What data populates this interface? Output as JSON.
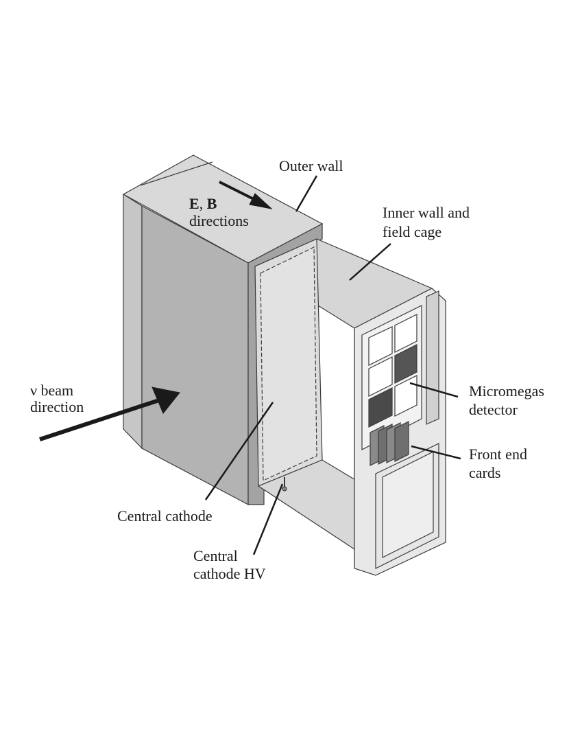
{
  "labels": {
    "outer_wall": "Outer wall",
    "eb_bold_e": "E",
    "eb_sep": ", ",
    "eb_bold_b": "B",
    "eb_directions": "directions",
    "inner_wall_1": "Inner wall and",
    "inner_wall_2": "field cage",
    "beam_1": "ν beam",
    "beam_2": "direction",
    "micromegas_1": "Micromegas",
    "micromegas_2": "detector",
    "frontend_1": "Front end",
    "frontend_2": "cards",
    "central_cathode": "Central cathode",
    "cathode_hv_1": "Central",
    "cathode_hv_2": "cathode HV"
  },
  "colors": {
    "outline": "#3a3a3a",
    "outer_front": "#b3b3b3",
    "outer_top": "#d9d9d9",
    "outer_side": "#a3a3a3",
    "inner": "#cfcfcf",
    "panel": "#e8e8e8",
    "arrow": "#1a1a1a"
  }
}
